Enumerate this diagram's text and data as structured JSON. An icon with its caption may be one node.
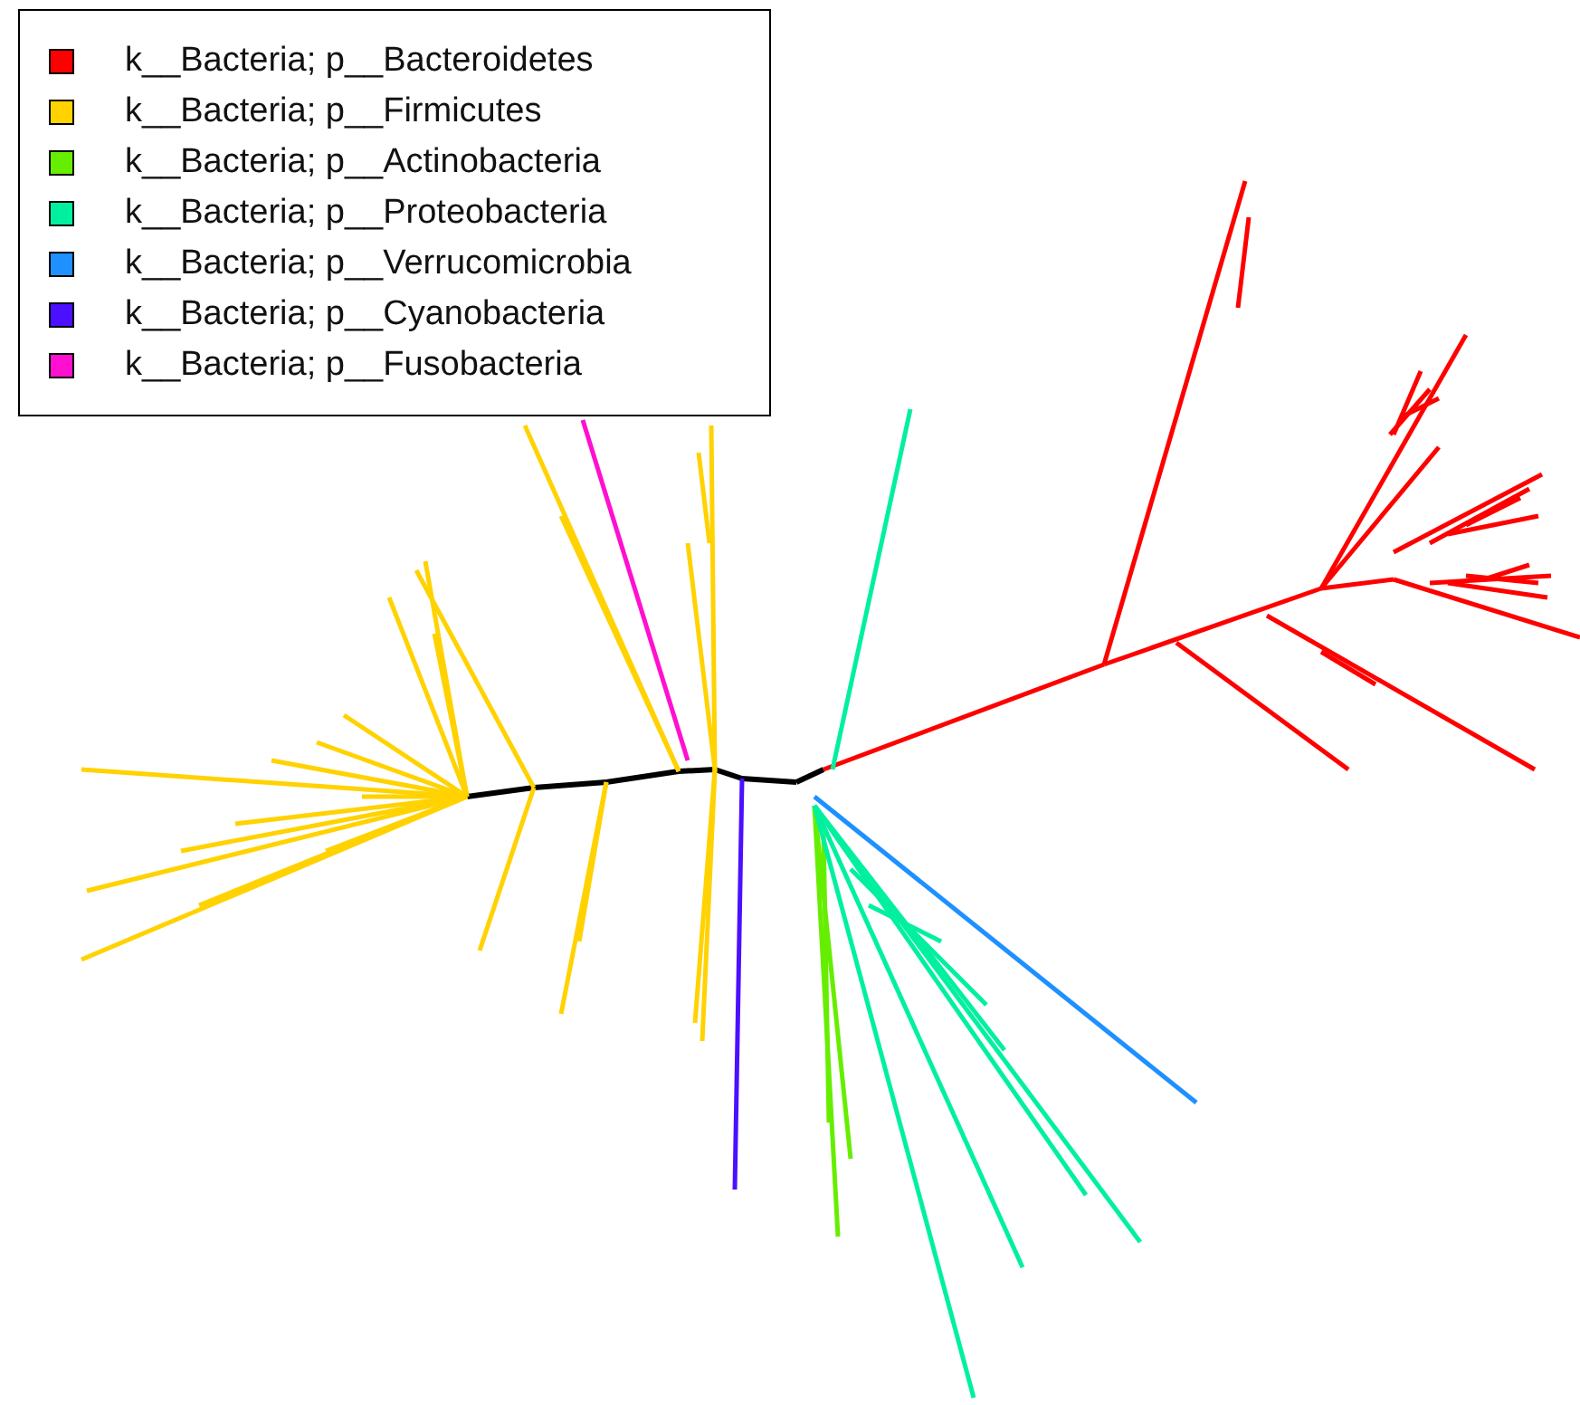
{
  "diagram": {
    "legend": [
      {
        "text": "k__Bacteria; p__Bacteroidetes",
        "color": "#ff0000"
      },
      {
        "text": "k__Bacteria; p__Firmicutes",
        "color": "#ffd200"
      },
      {
        "text": "k__Bacteria; p__Actinobacteria",
        "color": "#66ee00"
      },
      {
        "text": "k__Bacteria; p__Proteobacteria",
        "color": "#00f0a0"
      },
      {
        "text": "k__Bacteria; p__Verrucomicrobia",
        "color": "#1e90ff"
      },
      {
        "text": "k__Bacteria; p__Cyanobacteria",
        "color": "#4a10ff"
      },
      {
        "text": "k__Bacteria; p__Fusobacteria",
        "color": "#ff10d0"
      }
    ]
  }
}
